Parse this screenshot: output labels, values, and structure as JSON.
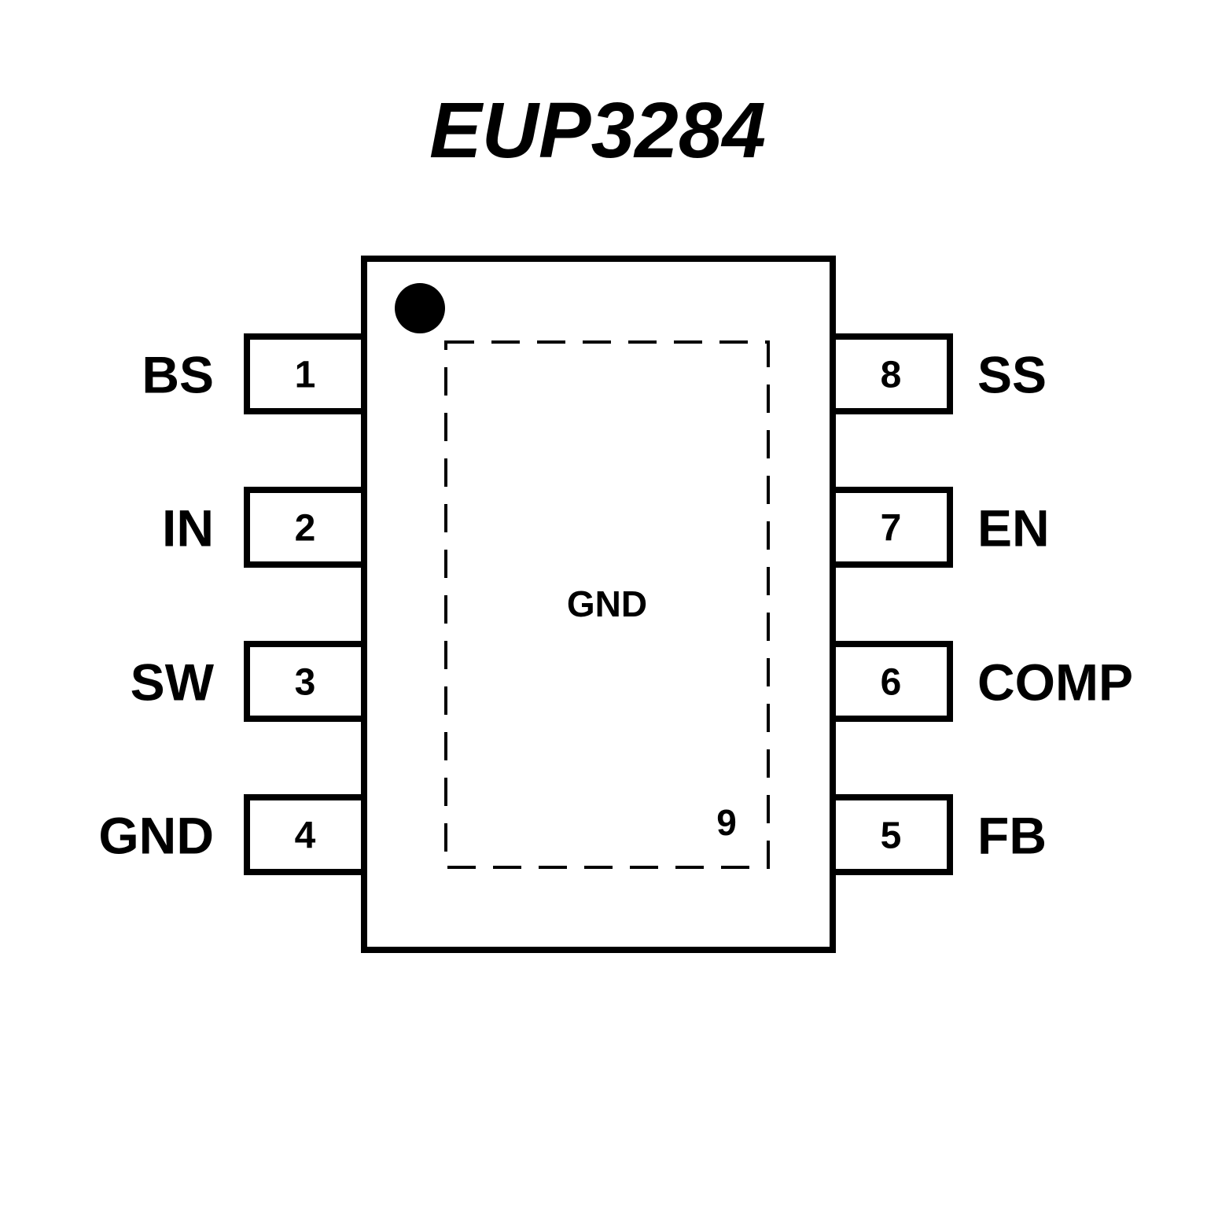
{
  "title": "EUP3284",
  "package": {
    "exposed_pad": {
      "label": "GND",
      "pin_number": "9"
    }
  },
  "pins_left": [
    {
      "number": "1",
      "name": "BS"
    },
    {
      "number": "2",
      "name": "IN"
    },
    {
      "number": "3",
      "name": "SW"
    },
    {
      "number": "4",
      "name": "GND"
    }
  ],
  "pins_right": [
    {
      "number": "8",
      "name": "SS"
    },
    {
      "number": "7",
      "name": "EN"
    },
    {
      "number": "6",
      "name": "COMP"
    },
    {
      "number": "5",
      "name": "FB"
    }
  ],
  "colors": {
    "ink": "#000000",
    "background": "#ffffff"
  }
}
